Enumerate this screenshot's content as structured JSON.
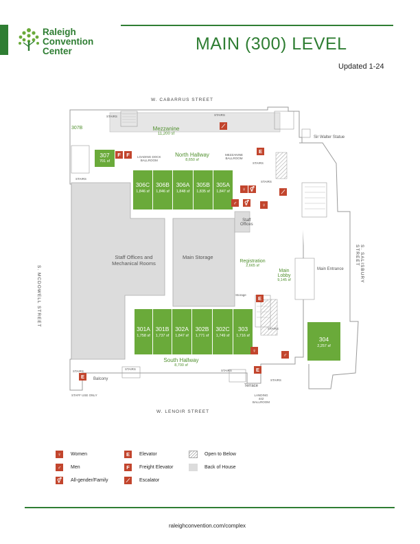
{
  "brand": {
    "name_lines": [
      "Raleigh",
      "Convention",
      "Center"
    ],
    "accent": "#2e7d32",
    "room_color": "#6aaa3a",
    "icon_color": "#c2452d"
  },
  "title": "MAIN (300) LEVEL",
  "updated": "Updated 1-24",
  "streets": {
    "north": "W. CABARRUS STREET",
    "south": "W. LENOIR STREET",
    "west": "S. MCDOWELL STREET",
    "east": "S. SALISBURY STREET"
  },
  "areas": {
    "mezzanine": {
      "name": "Mezzanine",
      "size": "11,200 sf"
    },
    "north_hallway": {
      "name": "North Hallway",
      "size": "8,650 sf"
    },
    "south_hallway": {
      "name": "South Hallway",
      "size": "8,700 sf"
    },
    "registration": {
      "name": "Registration",
      "size": "2,665 sf"
    },
    "main_lobby": {
      "name_lines": [
        "Main",
        "Lobby"
      ],
      "size": "9,145 sf"
    },
    "staff_offices": {
      "name_lines": [
        "Staff Offices and",
        "Mechanical Rooms"
      ]
    },
    "main_storage": {
      "name": "Main Storage"
    },
    "staff_offices_small": {
      "name_lines": [
        "Staff",
        "Offices"
      ]
    },
    "main_entrance": {
      "name": "Main Entrance"
    },
    "sir_walter": {
      "name": "Sir Walter Statue"
    },
    "balcony": {
      "name": "Balcony"
    },
    "terrace": {
      "name": "Terrace"
    },
    "staff_use_only": {
      "name": "STAFF USE ONLY"
    },
    "label_307b": {
      "name": "307B"
    }
  },
  "rooms_north": [
    {
      "id": "306C",
      "size": "1,846 sf"
    },
    {
      "id": "306B",
      "size": "1,846 sf"
    },
    {
      "id": "306A",
      "size": "1,848 sf"
    },
    {
      "id": "305B",
      "size": "1,835 sf"
    },
    {
      "id": "305A",
      "size": "1,847 sf"
    }
  ],
  "rooms_south": [
    {
      "id": "301A",
      "size": "1,758 sf"
    },
    {
      "id": "301B",
      "size": "1,737 sf"
    },
    {
      "id": "302A",
      "size": "1,847 sf"
    },
    {
      "id": "302B",
      "size": "1,771 sf"
    },
    {
      "id": "302C",
      "size": "1,749 sf"
    },
    {
      "id": "303",
      "size": "1,716 sf"
    }
  ],
  "room_307": {
    "id": "307",
    "size": "701 sf"
  },
  "room_304": {
    "id": "304",
    "size": "2,257 sf"
  },
  "small_labels": {
    "stairs": "STAIRS",
    "loading_dock": [
      "LOADING DOCK",
      "BALLROOM"
    ],
    "mezzanine_ballroom": [
      "MEZZANINE",
      "BALLROOM"
    ],
    "landing": [
      "LANDING",
      "442",
      "BALLROOM"
    ],
    "storage": "Storage"
  },
  "legend": [
    {
      "icon": "women-icon",
      "glyph": "♀",
      "label": "Women"
    },
    {
      "icon": "men-icon",
      "glyph": "♂",
      "label": "Men"
    },
    {
      "icon": "all-gender-icon",
      "glyph": "⚥",
      "label": "All-gender/Family"
    },
    {
      "icon": "elevator-icon",
      "glyph": "E",
      "label": "Elevator"
    },
    {
      "icon": "freight-elevator-icon",
      "glyph": "F",
      "label": "Freight Elevator"
    },
    {
      "icon": "escalator-icon",
      "glyph": "⟋",
      "label": "Escalator"
    },
    {
      "icon": "open-to-below-icon",
      "glyph": "",
      "label": "Open to Below"
    },
    {
      "icon": "back-of-house-icon",
      "glyph": "",
      "label": "Back of House"
    }
  ],
  "footer": {
    "url": "raleighconvention.com/complex"
  }
}
